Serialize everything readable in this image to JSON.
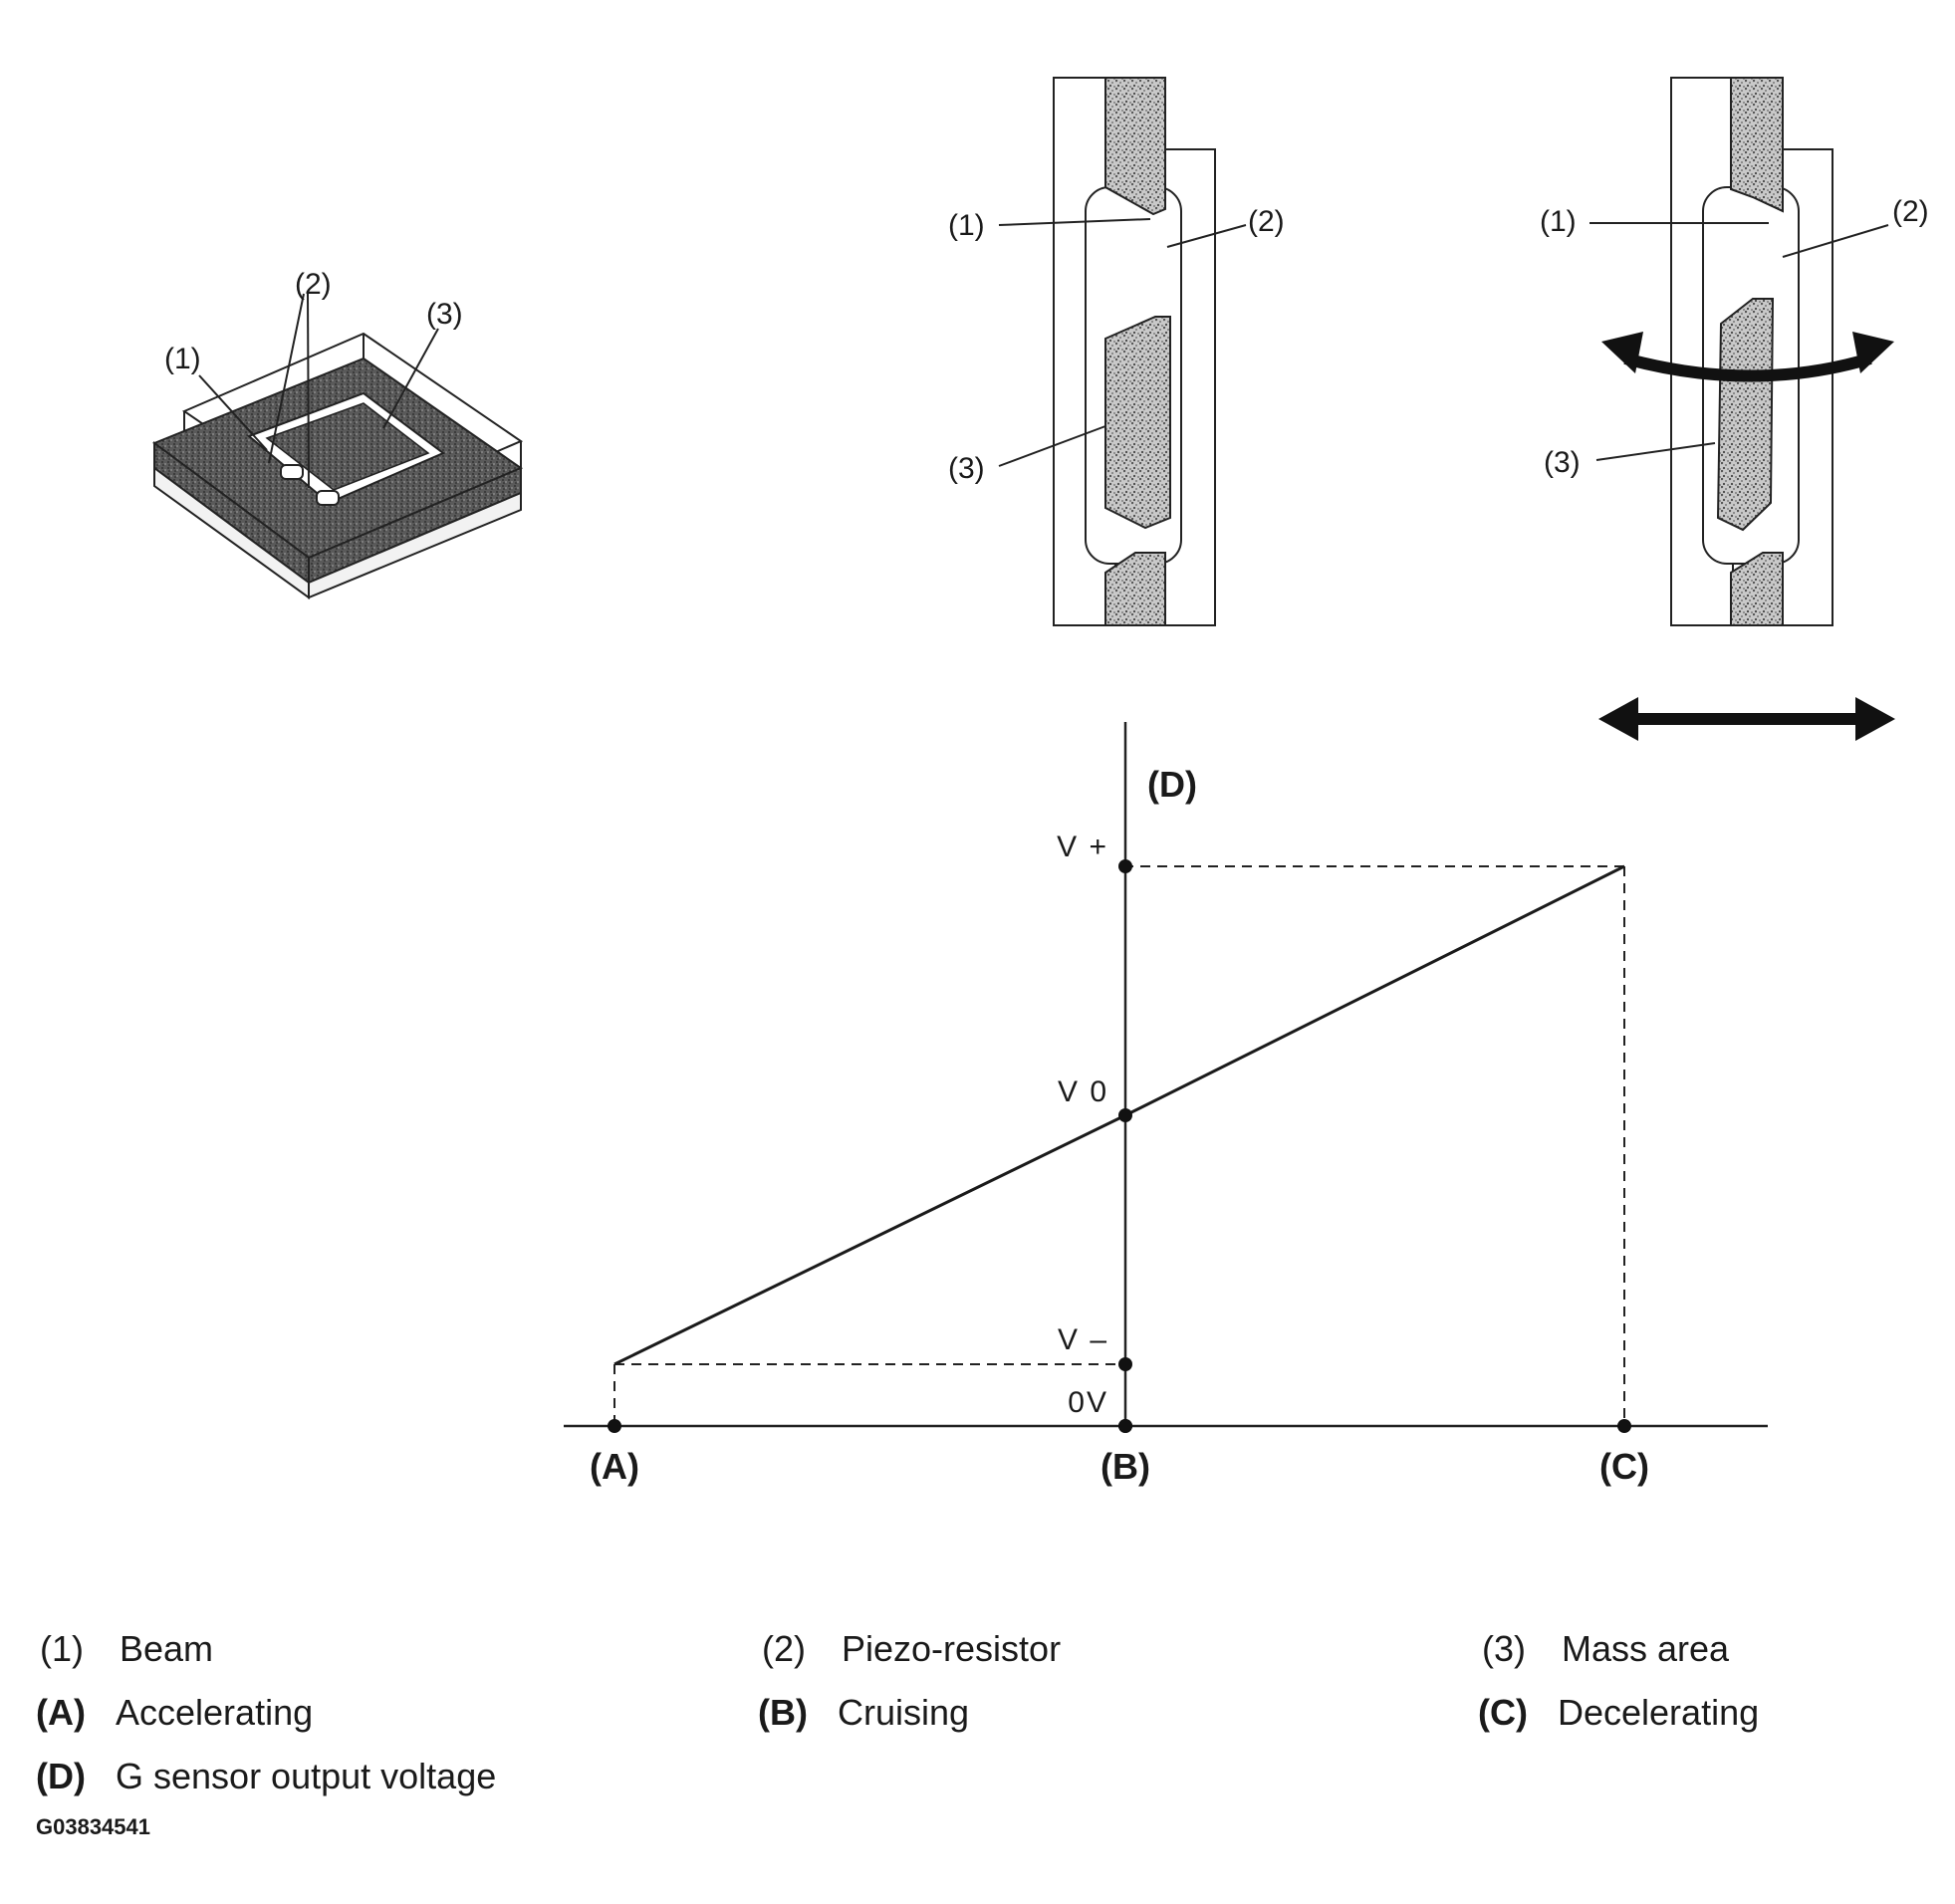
{
  "callouts": {
    "beam": "(1)",
    "piezo": "(2)",
    "mass": "(3)"
  },
  "graph": {
    "y_axis_key": "(D)",
    "y_ticks": [
      "V +",
      "V 0",
      "V –",
      "0V"
    ],
    "x_ticks": [
      "(A)",
      "(B)",
      "(C)"
    ]
  },
  "chart_data": {
    "type": "line",
    "x_categories": [
      "(A)",
      "(B)",
      "(C)"
    ],
    "y_levels": [
      "0V",
      "V –",
      "V 0",
      "V +"
    ],
    "series": [
      {
        "points": [
          [
            "(A)",
            "V –"
          ],
          [
            "(B)",
            "V 0"
          ],
          [
            "(C)",
            "V +"
          ]
        ]
      }
    ]
  },
  "legend": [
    {
      "key": "(1)",
      "label": "Beam",
      "bold": false
    },
    {
      "key": "(2)",
      "label": "Piezo-resistor",
      "bold": false
    },
    {
      "key": "(3)",
      "label": "Mass area",
      "bold": false
    },
    {
      "key": "(A)",
      "label": "Accelerating",
      "bold": true
    },
    {
      "key": "(B)",
      "label": "Cruising",
      "bold": true
    },
    {
      "key": "(C)",
      "label": "Decelerating",
      "bold": true
    },
    {
      "key": "(D)",
      "label": "G sensor output voltage",
      "bold": true
    }
  ],
  "figure_code": "G03834541"
}
